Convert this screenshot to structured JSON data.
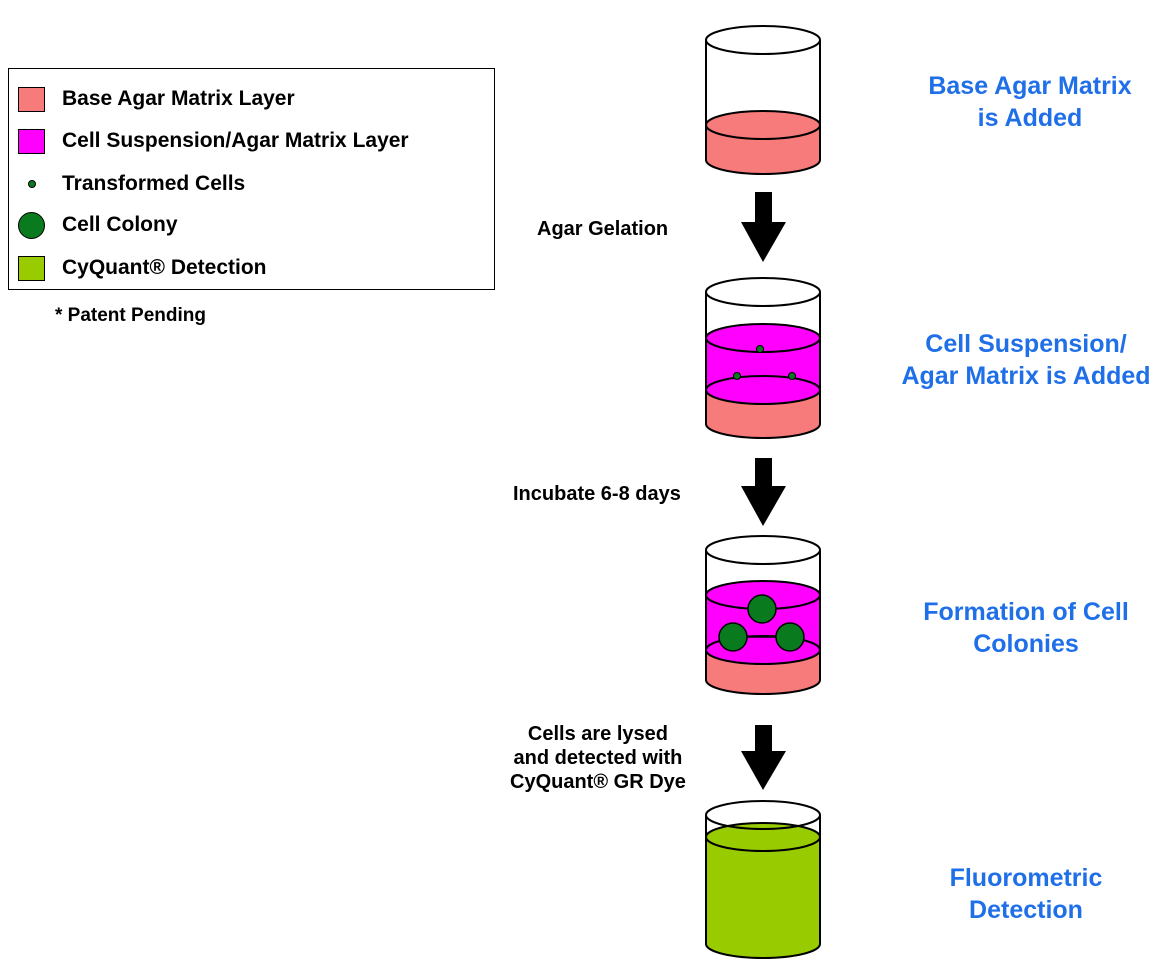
{
  "legend": {
    "items": [
      {
        "label": "Base Agar Matrix Layer",
        "color": "#f77b7b",
        "icon": "square-swatch"
      },
      {
        "label": "Cell Suspension/Agar Matrix Layer",
        "color": "#ff00ff",
        "icon": "square-swatch"
      },
      {
        "label": "Transformed Cells",
        "color": "#0a7a1e",
        "icon": "small-dot"
      },
      {
        "label": "Cell Colony",
        "color": "#0a7a1e",
        "icon": "large-circle"
      },
      {
        "label": "CyQuant® Detection",
        "color": "#99cc00",
        "icon": "square-swatch"
      }
    ],
    "note": "* Patent Pending"
  },
  "steps": [
    {
      "label_line1": "Base Agar Matrix",
      "label_line2": "is Added"
    },
    {
      "label_line1": "Cell Suspension/",
      "label_line2": "Agar Matrix is Added"
    },
    {
      "label_line1": "Formation of Cell",
      "label_line2": "Colonies"
    },
    {
      "label_line1": "Fluorometric",
      "label_line2": "Detection"
    }
  ],
  "arrows": [
    {
      "label_lines": [
        "Agar Gelation"
      ]
    },
    {
      "label_lines": [
        "Incubate 6-8 days"
      ]
    },
    {
      "label_lines": [
        "Cells are lysed",
        "and detected with",
        "CyQuant® GR Dye"
      ]
    }
  ],
  "colors": {
    "base_agar": "#f77b7b",
    "cell_layer": "#ff00ff",
    "colony": "#0a7a1e",
    "detection": "#99cc00",
    "step_text": "#1f6fe8"
  }
}
